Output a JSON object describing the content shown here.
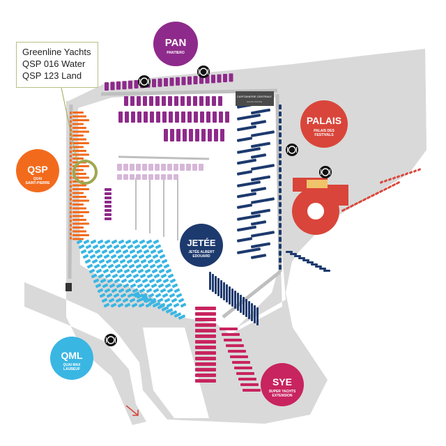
{
  "callout": {
    "lines": [
      "Greenline Yachts",
      "QSP 016 Water",
      "QSP 123 Land"
    ]
  },
  "zones": {
    "pan": {
      "code": "PAN",
      "name": "PANTIERO"
    },
    "palais": {
      "code": "PALAIS",
      "name_line1": "PALAIS DES",
      "name_line2": "FESTIVALS"
    },
    "qsp": {
      "code": "QSP",
      "name_line1": "QUAI",
      "name_line2": "SAINT-PIERRE"
    },
    "jetee": {
      "code": "JETÉE",
      "name_line1": "JETÉE ALBERT",
      "name_line2": "EDOUARD"
    },
    "qml": {
      "code": "QML",
      "name_line1": "QUAI MAX",
      "name_line2": "LAUBEUF"
    },
    "sye": {
      "code": "SYE",
      "name_line1": "SUPER YACHTS",
      "name_line2": "EXTENSION"
    }
  },
  "building": {
    "line1": "CAPITAINERIE CENTRALE",
    "line2": "SALON OFFICE"
  },
  "colors": {
    "land": "#d9d9d9",
    "pan": "#8e2a8b",
    "palais": "#d9453a",
    "qsp": "#f26b1d",
    "jetee": "#1d3a6e",
    "qml": "#3ab6e3",
    "sye": "#c8245f",
    "highlight": "#9fa84f",
    "restaurant": "#111111"
  },
  "icons": [
    "restaurant-icon",
    "arrow-icon"
  ]
}
